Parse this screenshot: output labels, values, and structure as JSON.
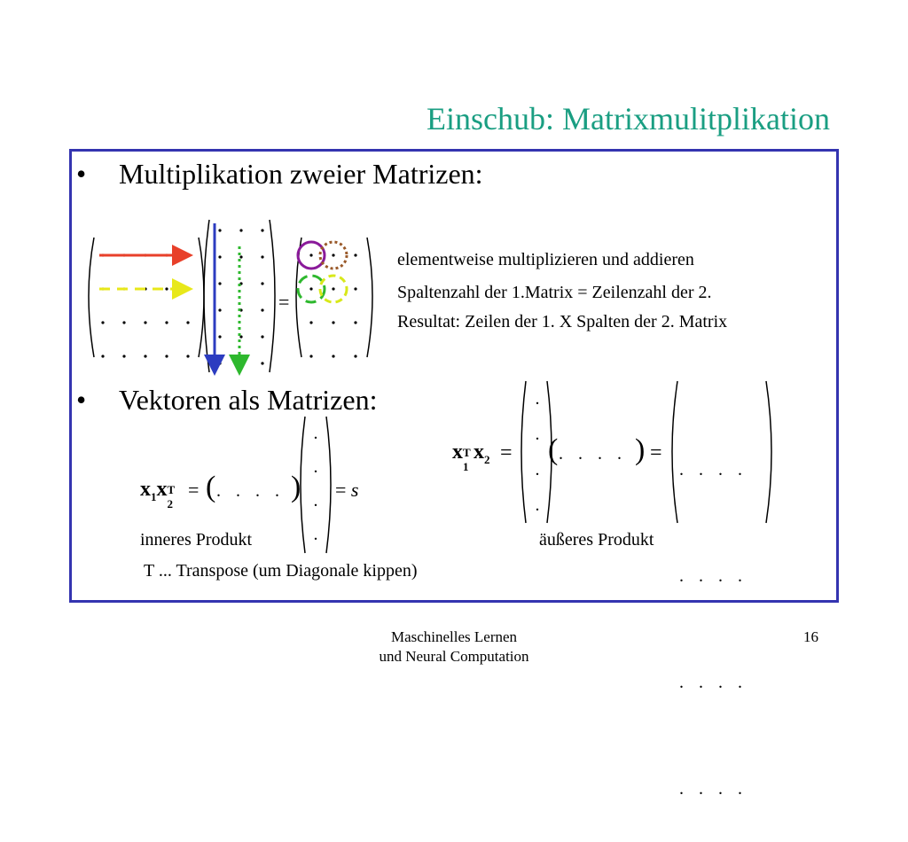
{
  "slide": {
    "title": "Einschub: Matrixmulitplikation",
    "bullets": [
      {
        "symbol": "•",
        "text": "Multiplikation zweier Matrizen:"
      },
      {
        "symbol": "•",
        "text": "Vektoren als Matrizen:"
      }
    ],
    "matrix_notes": [
      "elementweise multiplizieren und addieren",
      "Spaltenzahl der 1.Matrix = Zeilenzahl der 2.",
      "Resultat: Zeilen der 1. X Spalten der 2. Matrix"
    ],
    "inner_product": {
      "lhs_base_1": "x",
      "lhs_sub_1": "1",
      "lhs_base_2": "x",
      "lhs_sub_2": "2",
      "lhs_sup_2": "T",
      "equals": "=",
      "row_vector": ". . . .",
      "result": "s",
      "column_dots": [
        ".",
        ".",
        ".",
        "."
      ],
      "label": "inneres Produkt"
    },
    "outer_product": {
      "lhs_base_1": "x",
      "lhs_sub_1": "1",
      "lhs_sup_1": "T",
      "lhs_base_2": "x",
      "lhs_sub_2": "2",
      "equals": "=",
      "row_vector": ". . . .",
      "column_dots": [
        ".",
        ".",
        ".",
        "."
      ],
      "result_rows": [
        ". . . .",
        ". . . .",
        ". . . .",
        ". . . ."
      ],
      "label": "äußeres Produkt"
    },
    "transpose_note": "T ... Transpose (um Diagonale kippen)",
    "footer": {
      "line1": "Maschinelles Lernen",
      "line2": "und Neural Computation"
    },
    "page_number": "16",
    "colors": {
      "title": "#1a9e82",
      "frame": "#3434b0",
      "arrow_red": "#e8402a",
      "arrow_yellow": "#e8e81a",
      "arrow_blue": "#2c3cc0",
      "arrow_green": "#2eb82e",
      "circle_purple": "#8a1a9a",
      "circle_brown": "#9a5a2a",
      "circle_green": "#2eb82e",
      "circle_yellow": "#d8e81a"
    }
  }
}
